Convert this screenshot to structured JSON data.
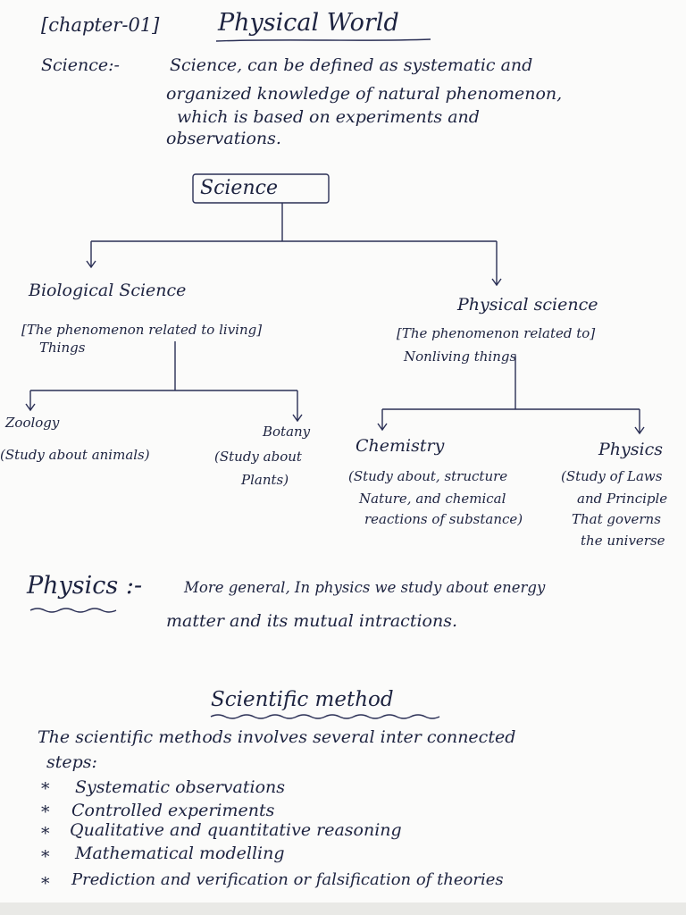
{
  "header": {
    "chapter": "[chapter-01]",
    "title": "Physical World"
  },
  "definition": {
    "term": "Science:-",
    "lines": [
      "Science, can be defined as systematic and",
      "organized knowledge of natural phenomenon,",
      "which is based on experiments and",
      "observations."
    ]
  },
  "tree": {
    "root": "Science",
    "biological": {
      "label": "Biological Science",
      "desc_1": "[The phenomenon related to living]",
      "desc_2": "Things",
      "zoology": {
        "label": "Zoology",
        "desc": "(Study about animals)"
      },
      "botany": {
        "label": "Botany",
        "desc_1": "(Study about",
        "desc_2": "Plants)"
      }
    },
    "physical": {
      "label": "Physical science",
      "desc_1": "[The phenomenon related to]",
      "desc_2": "Nonliving things",
      "chemistry": {
        "label": "Chemistry",
        "desc_1": "(Study about, structure",
        "desc_2": "Nature, and chemical",
        "desc_3": "reactions of substance)"
      },
      "physics": {
        "label": "Physics",
        "desc_1": "(Study of Laws",
        "desc_2": "and Principle",
        "desc_3": "That governs",
        "desc_4": "the universe"
      }
    }
  },
  "physics_note": {
    "term": "Physics :-",
    "line_1": "More general, In physics we study about energy",
    "line_2": "matter and its mutual intractions."
  },
  "method": {
    "heading": "Scientific method",
    "intro_1": "The scientific methods involves several inter connected",
    "intro_2": "steps:",
    "bullet": "*",
    "steps": [
      "Systematic observations",
      "Controlled experiments",
      "Qualitative and quantitative reasoning",
      "Mathematical modelling",
      "Prediction and verification or falsification of theories"
    ]
  }
}
